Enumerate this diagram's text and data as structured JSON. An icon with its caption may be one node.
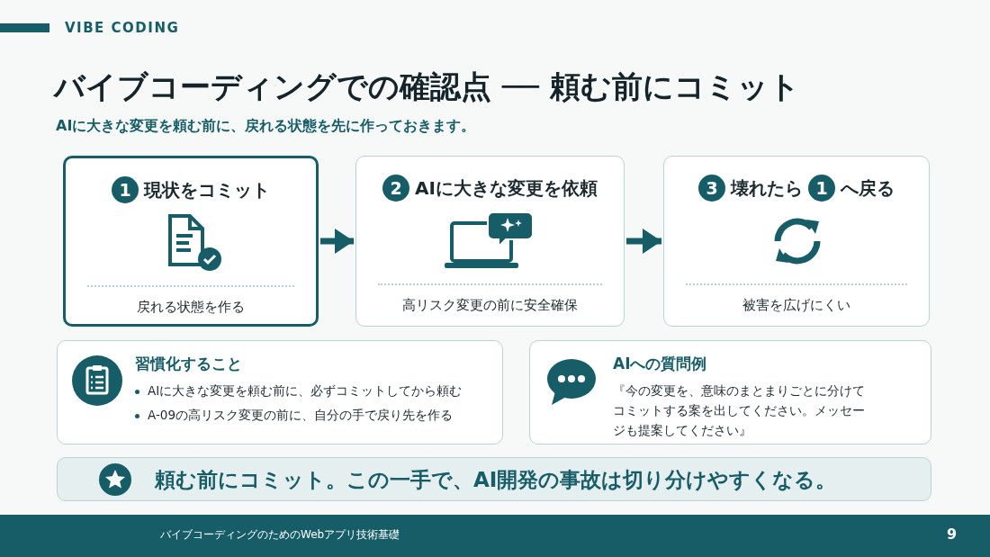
{
  "diagram": {
    "title": "バイブコーディングでの確認点 ── 頼む前にコミット",
    "nodes": [
      {
        "text": [
          "1",
          "現状をコミット",
          "戻れる状態を作る"
        ]
      },
      {
        "text": [
          "2",
          "AIに大きな変更を依頼",
          "高リスク変更の前に安全確保"
        ]
      },
      {
        "text": [
          "3",
          "壊れたら",
          "1",
          "へ戻る",
          "被害を広げにくい"
        ]
      },
      {
        "text": [
          "習慣化すること",
          "AIに大きな変更を頼む前に、必ずコミットしてから頼む",
          "A-09の高リスク変更の前に、自分の手で戻り先を作る"
        ]
      },
      {
        "text": [
          "AIへの質問例",
          "『今の変更を、意味のまとまりごとに分けてコミットする案を出してください。メッセージも提案してください』"
        ]
      },
      {
        "text": [
          "頼む前にコミット。この一手で、AI開発の事故は切り分けやすくなる。"
        ]
      }
    ],
    "edges": [
      {
        "from": 0,
        "to": 1,
        "arrow": "to"
      },
      {
        "from": 1,
        "to": 2,
        "arrow": "to"
      }
    ],
    "labels": [
      "VIBE CODING",
      "AIに大きな変更を頼む前に、戻れる状態を先に作っておきます。",
      "バイブコーディングのためのWebアプリ技術基礎",
      "9"
    ]
  }
}
